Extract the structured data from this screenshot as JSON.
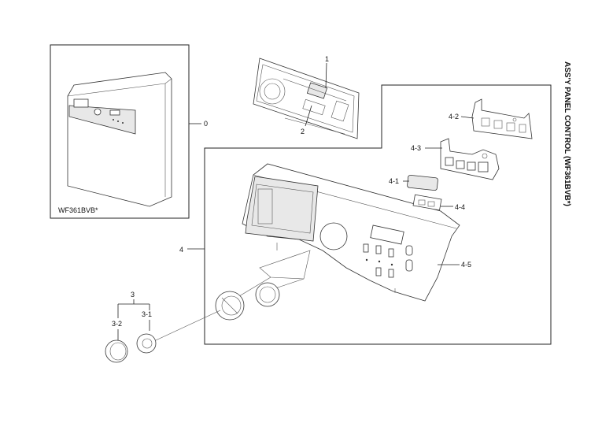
{
  "title": "ASS'Y PANEL CONTROL (WF361BVB*)",
  "model_label": "WF361BVB*",
  "callouts": {
    "c0": "0",
    "c1": "1",
    "c2": "2",
    "c3": "3",
    "c3_1": "3-1",
    "c3_2": "3-2",
    "c4": "4",
    "c4_1": "4-1",
    "c4_2": "4-2",
    "c4_3": "4-3",
    "c4_4": "4-4",
    "c4_5": "4-5"
  }
}
